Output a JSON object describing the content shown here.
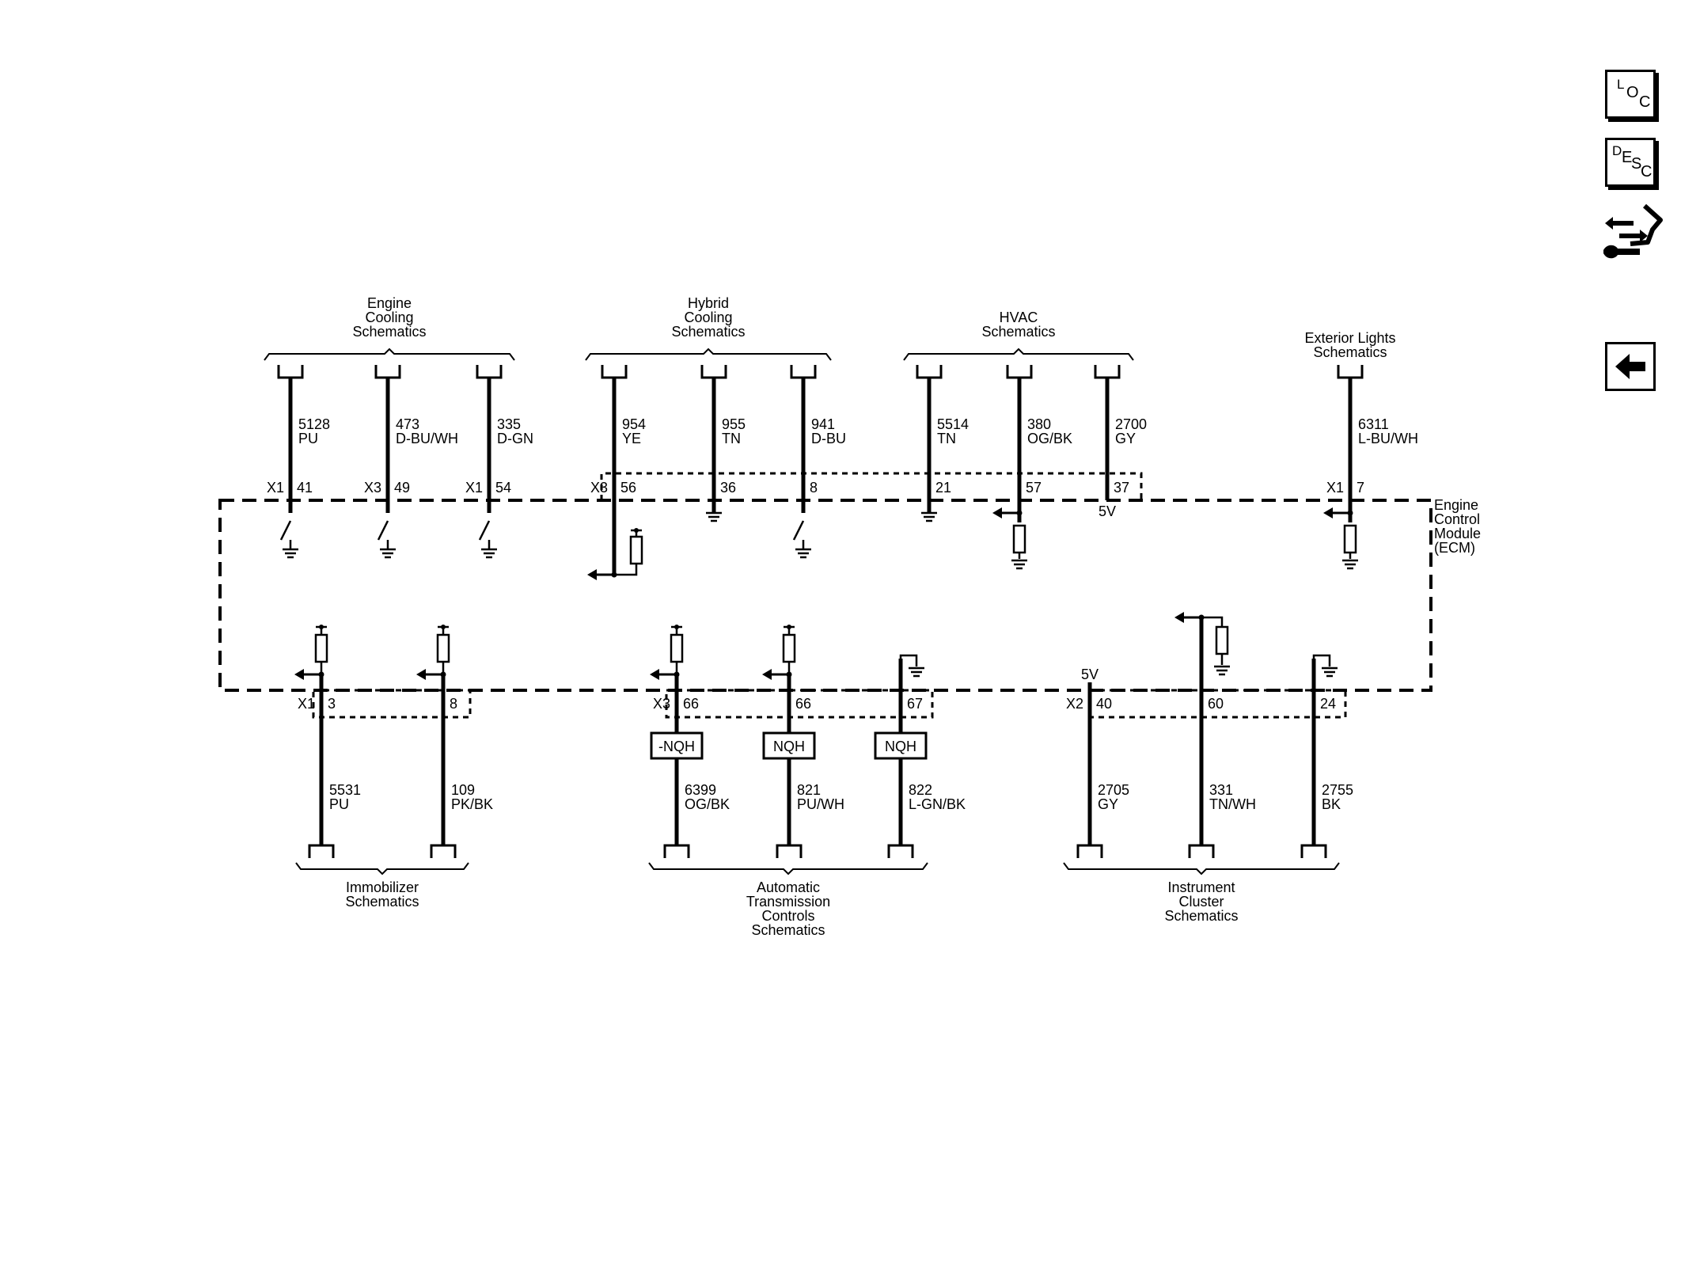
{
  "nav": {
    "loc": [
      "L",
      "O",
      "C"
    ],
    "desc": [
      "D",
      "E",
      "S",
      "C"
    ]
  },
  "headers_top": [
    {
      "lines": [
        "Engine",
        "Cooling",
        "Schematics"
      ]
    },
    {
      "lines": [
        "Hybrid",
        "Cooling",
        "Schematics"
      ]
    },
    {
      "lines": [
        "HVAC",
        "Schematics"
      ]
    },
    {
      "lines": [
        "Exterior Lights",
        "Schematics"
      ]
    }
  ],
  "headers_bottom": [
    {
      "lines": [
        "Immobilizer",
        "Schematics"
      ]
    },
    {
      "lines": [
        "Automatic",
        "Transmission",
        "Controls",
        "Schematics"
      ]
    },
    {
      "lines": [
        "Instrument",
        "Cluster",
        "Schematics"
      ]
    }
  ],
  "module": {
    "lines": [
      "Engine",
      "Control",
      "Module",
      "(ECM)"
    ]
  },
  "wires_top": [
    {
      "circuit": "5128",
      "color": "PU",
      "conn": "X1",
      "pin": "41"
    },
    {
      "circuit": "473",
      "color": "D-BU/WH",
      "conn": "X3",
      "pin": "49"
    },
    {
      "circuit": "335",
      "color": "D-GN",
      "conn": "X1",
      "pin": "54"
    },
    {
      "circuit": "954",
      "color": "YE",
      "conn": "X3",
      "pin": "56"
    },
    {
      "circuit": "955",
      "color": "TN",
      "conn": "",
      "pin": "36"
    },
    {
      "circuit": "941",
      "color": "D-BU",
      "conn": "",
      "pin": "8"
    },
    {
      "circuit": "5514",
      "color": "TN",
      "conn": "",
      "pin": "21"
    },
    {
      "circuit": "380",
      "color": "OG/BK",
      "conn": "",
      "pin": "57"
    },
    {
      "circuit": "2700",
      "color": "GY",
      "conn": "",
      "pin": "37"
    },
    {
      "circuit": "6311",
      "color": "L-BU/WH",
      "conn": "X1",
      "pin": "7"
    }
  ],
  "wires_bottom": [
    {
      "circuit": "5531",
      "color": "PU",
      "conn": "X1",
      "pin": "3"
    },
    {
      "circuit": "109",
      "color": "PK/BK",
      "conn": "",
      "pin": "8"
    },
    {
      "circuit": "6399",
      "color": "OG/BK",
      "conn": "X3",
      "pin": "66"
    },
    {
      "circuit": "821",
      "color": "PU/WH",
      "conn": "",
      "pin": "66"
    },
    {
      "circuit": "822",
      "color": "L-GN/BK",
      "conn": "",
      "pin": "67"
    },
    {
      "circuit": "2705",
      "color": "GY",
      "conn": "X2",
      "pin": "40"
    },
    {
      "circuit": "331",
      "color": "TN/WH",
      "conn": "",
      "pin": "60"
    },
    {
      "circuit": "2755",
      "color": "BK",
      "conn": "",
      "pin": "24"
    }
  ],
  "voltage_top": "5V",
  "voltage_bottom": "5V",
  "nqh_labels": [
    "-NQH",
    "NQH",
    "NQH"
  ]
}
